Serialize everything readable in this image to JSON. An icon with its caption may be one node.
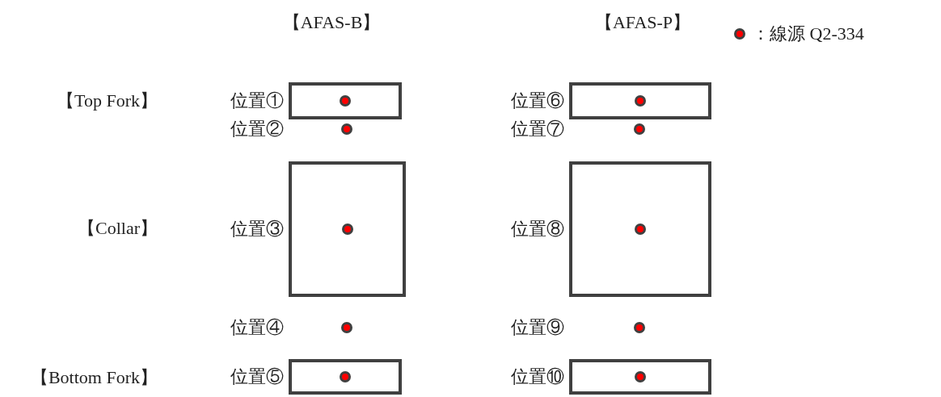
{
  "diagram": {
    "nodes": [
      {
        "text": [],
        "shape": "box",
        "beside": [
          "位置①"
        ]
      },
      {
        "text": [],
        "shape": "circle",
        "in": 0
      },
      {
        "text": [],
        "shape": "box",
        "beside": [
          "位置⑥"
        ]
      },
      {
        "text": [],
        "shape": "circle",
        "in": 2
      },
      {
        "text": [],
        "shape": "circle",
        "beside": [
          "位置②"
        ]
      },
      {
        "text": [],
        "shape": "circle",
        "beside": [
          "位置⑦"
        ]
      },
      {
        "text": [],
        "shape": "box",
        "beside": [
          "位置③"
        ]
      },
      {
        "text": [],
        "shape": "circle",
        "in": 6
      },
      {
        "text": [],
        "shape": "box",
        "beside": [
          "位置⑧"
        ]
      },
      {
        "text": [],
        "shape": "circle",
        "in": 8
      },
      {
        "text": [],
        "shape": "circle",
        "beside": [
          "位置④"
        ]
      },
      {
        "text": [],
        "shape": "circle",
        "beside": [
          "位置⑨"
        ]
      },
      {
        "text": [],
        "shape": "box",
        "beside": [
          "位置⑤"
        ]
      },
      {
        "text": [],
        "shape": "circle",
        "in": 12
      },
      {
        "text": [],
        "shape": "box",
        "beside": [
          "位置⑩"
        ]
      },
      {
        "text": [],
        "shape": "circle",
        "in": 14
      }
    ],
    "labels": [
      "【AFAS-B】",
      "【AFAS-P】",
      "【Top Fork】",
      "【Collar】",
      "【Bottom Fork】"
    ],
    "legend": [
      {
        "text": "：線源 Q2-334"
      }
    ]
  }
}
